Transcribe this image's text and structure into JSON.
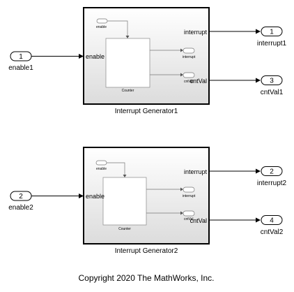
{
  "subsystems": [
    {
      "name": "Interrupt Generator1",
      "input_port": "enable",
      "output_ports": [
        "interrupt",
        "cntVal"
      ],
      "inner": {
        "enable_tag": "enable",
        "block_label": "Counter",
        "goto_tags": [
          "interrupt",
          "cntVal"
        ]
      }
    },
    {
      "name": "Interrupt Generator2",
      "input_port": "enable",
      "output_ports": [
        "interrupt",
        "cntVal"
      ],
      "inner": {
        "enable_tag": "enable",
        "block_label": "Counter",
        "goto_tags": [
          "interrupt",
          "cntVal"
        ]
      }
    }
  ],
  "inports": [
    {
      "number": "1",
      "label": "enable1"
    },
    {
      "number": "2",
      "label": "enable2"
    }
  ],
  "outports": [
    {
      "number": "1",
      "label": "interrupt1"
    },
    {
      "number": "3",
      "label": "cntVal1"
    },
    {
      "number": "2",
      "label": "interrupt2"
    },
    {
      "number": "4",
      "label": "cntVal2"
    }
  ],
  "copyright": "Copyright 2020 The MathWorks, Inc."
}
